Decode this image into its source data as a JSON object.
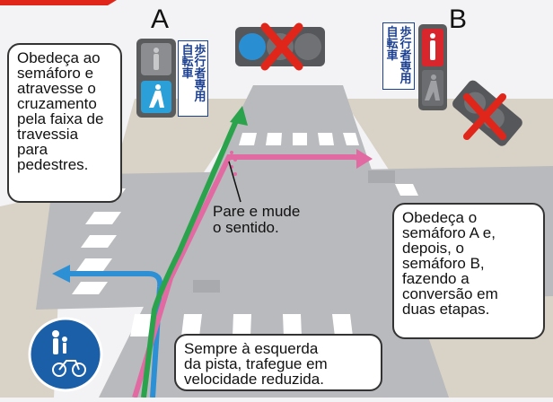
{
  "colors": {
    "road": "#b8b9bc",
    "sidewalk": "#d8d5cf",
    "pink_route": "#e26aa2",
    "green_route": "#2aa34c",
    "blue_route": "#2d8fd4",
    "red_cross": "#e0261a",
    "sign_blue": "#1b5fa8"
  },
  "signals": {
    "a_letter": "A",
    "b_letter": "B",
    "sign_kanji_col1": [
      "自",
      "転",
      "車"
    ],
    "sign_kanji_col2": [
      "歩",
      "行",
      "者",
      "専",
      "用"
    ],
    "icons": [
      "pedestrian-icon",
      "bicycle-icon",
      "cross-mark-icon"
    ]
  },
  "callouts": {
    "left": [
      "Obedeça ao",
      "semáforo e",
      "atravesse o",
      "cruzamento",
      "pela faixa de",
      "travessia",
      "para",
      "pedestres."
    ],
    "center": [
      "Pare e mude",
      "o sentido."
    ],
    "right": [
      "Obedeça o",
      "semáforo A e,",
      "depois, o",
      "semáforo B,",
      "fazendo a",
      "conversão em",
      "duas etapas."
    ],
    "bottom": [
      "Sempre à esquerda",
      "da pista, trafegue em",
      "velocidade reduzida."
    ]
  }
}
